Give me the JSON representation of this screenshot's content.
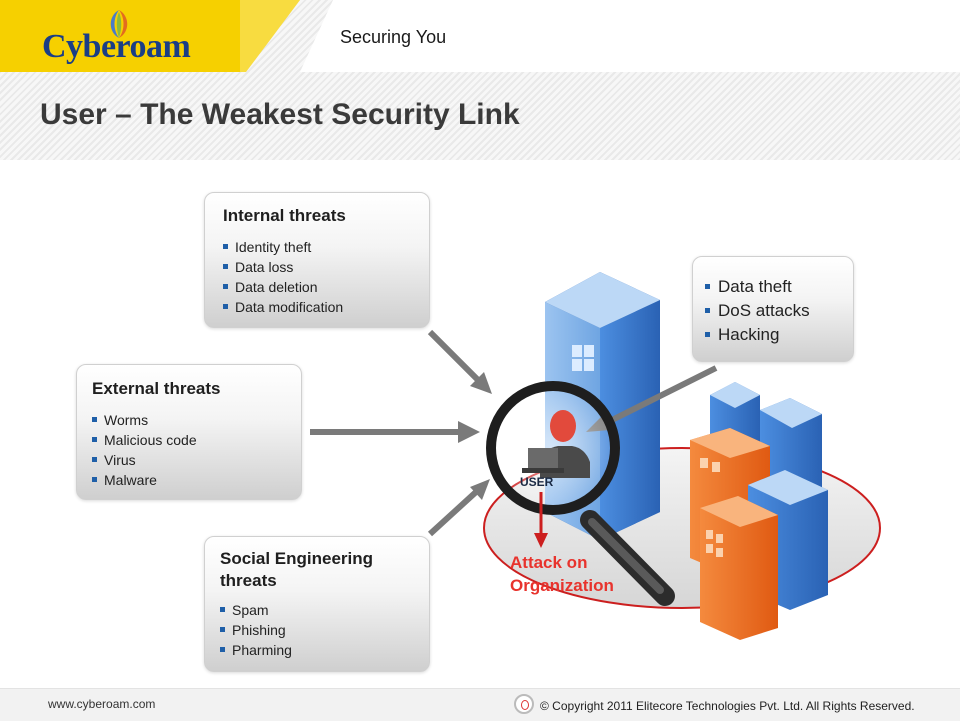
{
  "header": {
    "logo_text": "Cyberoam",
    "tagline": "Securing You",
    "title": "User – The Weakest Security Link"
  },
  "internal_threats": {
    "heading": "Internal threats",
    "items": [
      "Identity theft",
      "Data loss",
      "Data deletion",
      "Data modification"
    ]
  },
  "external_threats": {
    "heading": "External threats",
    "items": [
      "Worms",
      "Malicious code",
      "Virus",
      "Malware"
    ]
  },
  "social_threats": {
    "heading": "Social Engineering threats",
    "items": [
      "Spam",
      "Phishing",
      "Pharming"
    ]
  },
  "attacks_box": {
    "items": [
      "Data theft",
      "DoS attacks",
      "Hacking"
    ]
  },
  "diagram": {
    "user_label": "USER",
    "attack_label": "Attack on Organization"
  },
  "footer": {
    "url": "www.cyberoam.com",
    "copyright": "© Copyright 2011 Elitecore Technologies Pvt. Ltd. All Rights Reserved."
  },
  "colors": {
    "brand_yellow": "#f6d000",
    "brand_blue": "#1a3e86",
    "building_blue": "#2f6fc4",
    "building_orange": "#f26d21",
    "attack_red": "#e8332d",
    "bullet_blue": "#1f5fa8"
  },
  "icons": {
    "user": "user-at-laptop-icon",
    "magnifier": "magnifying-glass-icon"
  }
}
